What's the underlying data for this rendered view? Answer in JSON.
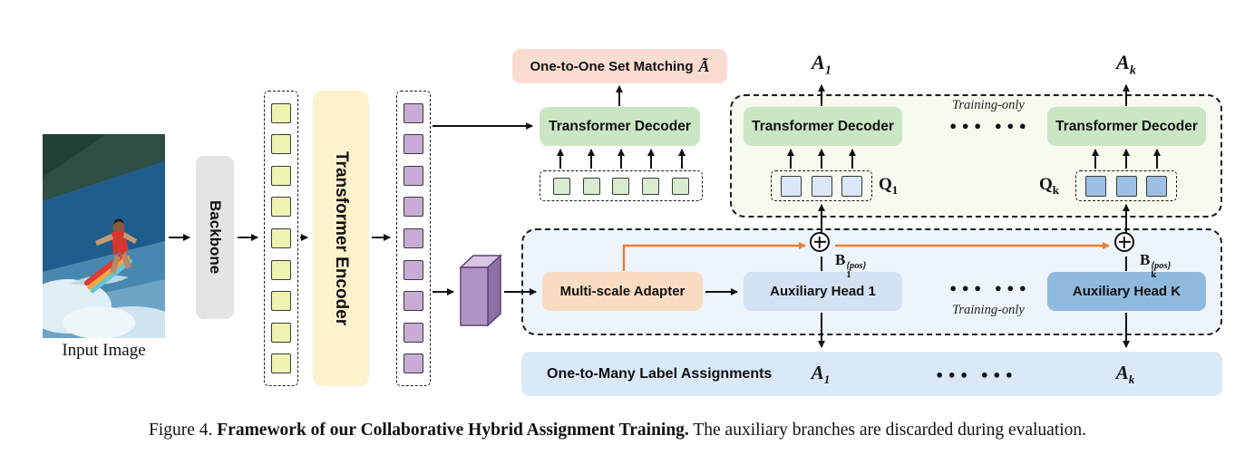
{
  "figure": {
    "input_image_label": "Input Image",
    "backbone_label": "Backbone",
    "encoder_label": "Transformer Encoder",
    "one_to_one": {
      "matching_label": "One-to-One Set Matching",
      "matching_symbol": "Ã",
      "decoder_label": "Transformer Decoder"
    },
    "top_branch": {
      "decoder_1_label": "Transformer Decoder",
      "decoder_k_label": "Transformer Decoder",
      "training_only": "Training-only",
      "dots": "● ● ●   ● ● ●"
    },
    "bottom_branch": {
      "adapter_label": "Multi-scale Adapter",
      "aux_head_1_label": "Auxiliary Head 1",
      "aux_head_k_label": "Auxiliary Head K",
      "training_only": "Training-only",
      "dots": "● ● ●   ● ● ●"
    },
    "assignments": {
      "label": "One-to-Many Label Assignments",
      "dots": "● ● ●   ● ● ●"
    },
    "symbols": {
      "a1": {
        "base": "A",
        "sub": "1"
      },
      "ak": {
        "base": "A",
        "sub": "k"
      },
      "q1": {
        "base": "Q",
        "sub": "1"
      },
      "qk": {
        "base": "Q",
        "sub": "k"
      },
      "b1": {
        "base": "B",
        "sub": "1",
        "sup": "{pos}"
      },
      "bk": {
        "base": "B",
        "sub": "k",
        "sup": "{pos}"
      }
    },
    "token_counts": {
      "encoder_input": 9,
      "encoder_output": 9,
      "one_to_one_queries": 5,
      "group_1_queries": 3,
      "group_k_queries": 3
    },
    "colors": {
      "backbone_fill": "#e4e4e4",
      "encoder_fill": "#fdf2cb",
      "token_yellow": "#eff3b2",
      "token_purple": "#c9abd6",
      "token_green": "#d9ecd0",
      "token_blue_light": "#dce8f8",
      "token_blue_dark": "#9dc0e6",
      "decoder_fill": "#cbe6c3",
      "matching_fill": "#fbdcd2",
      "adapter_fill": "#fadcc3",
      "aux_head_1_fill": "#d2e2f4",
      "aux_head_k_fill": "#8fb9dd",
      "assignments_fill": "#d9e9f8",
      "orange_arrow": "#ee7d33"
    }
  },
  "caption": {
    "prefix": "Figure 4.",
    "bold": "Framework of our Collaborative Hybrid Assignment Training.",
    "rest": "The auxiliary branches are discarded during evaluation."
  }
}
